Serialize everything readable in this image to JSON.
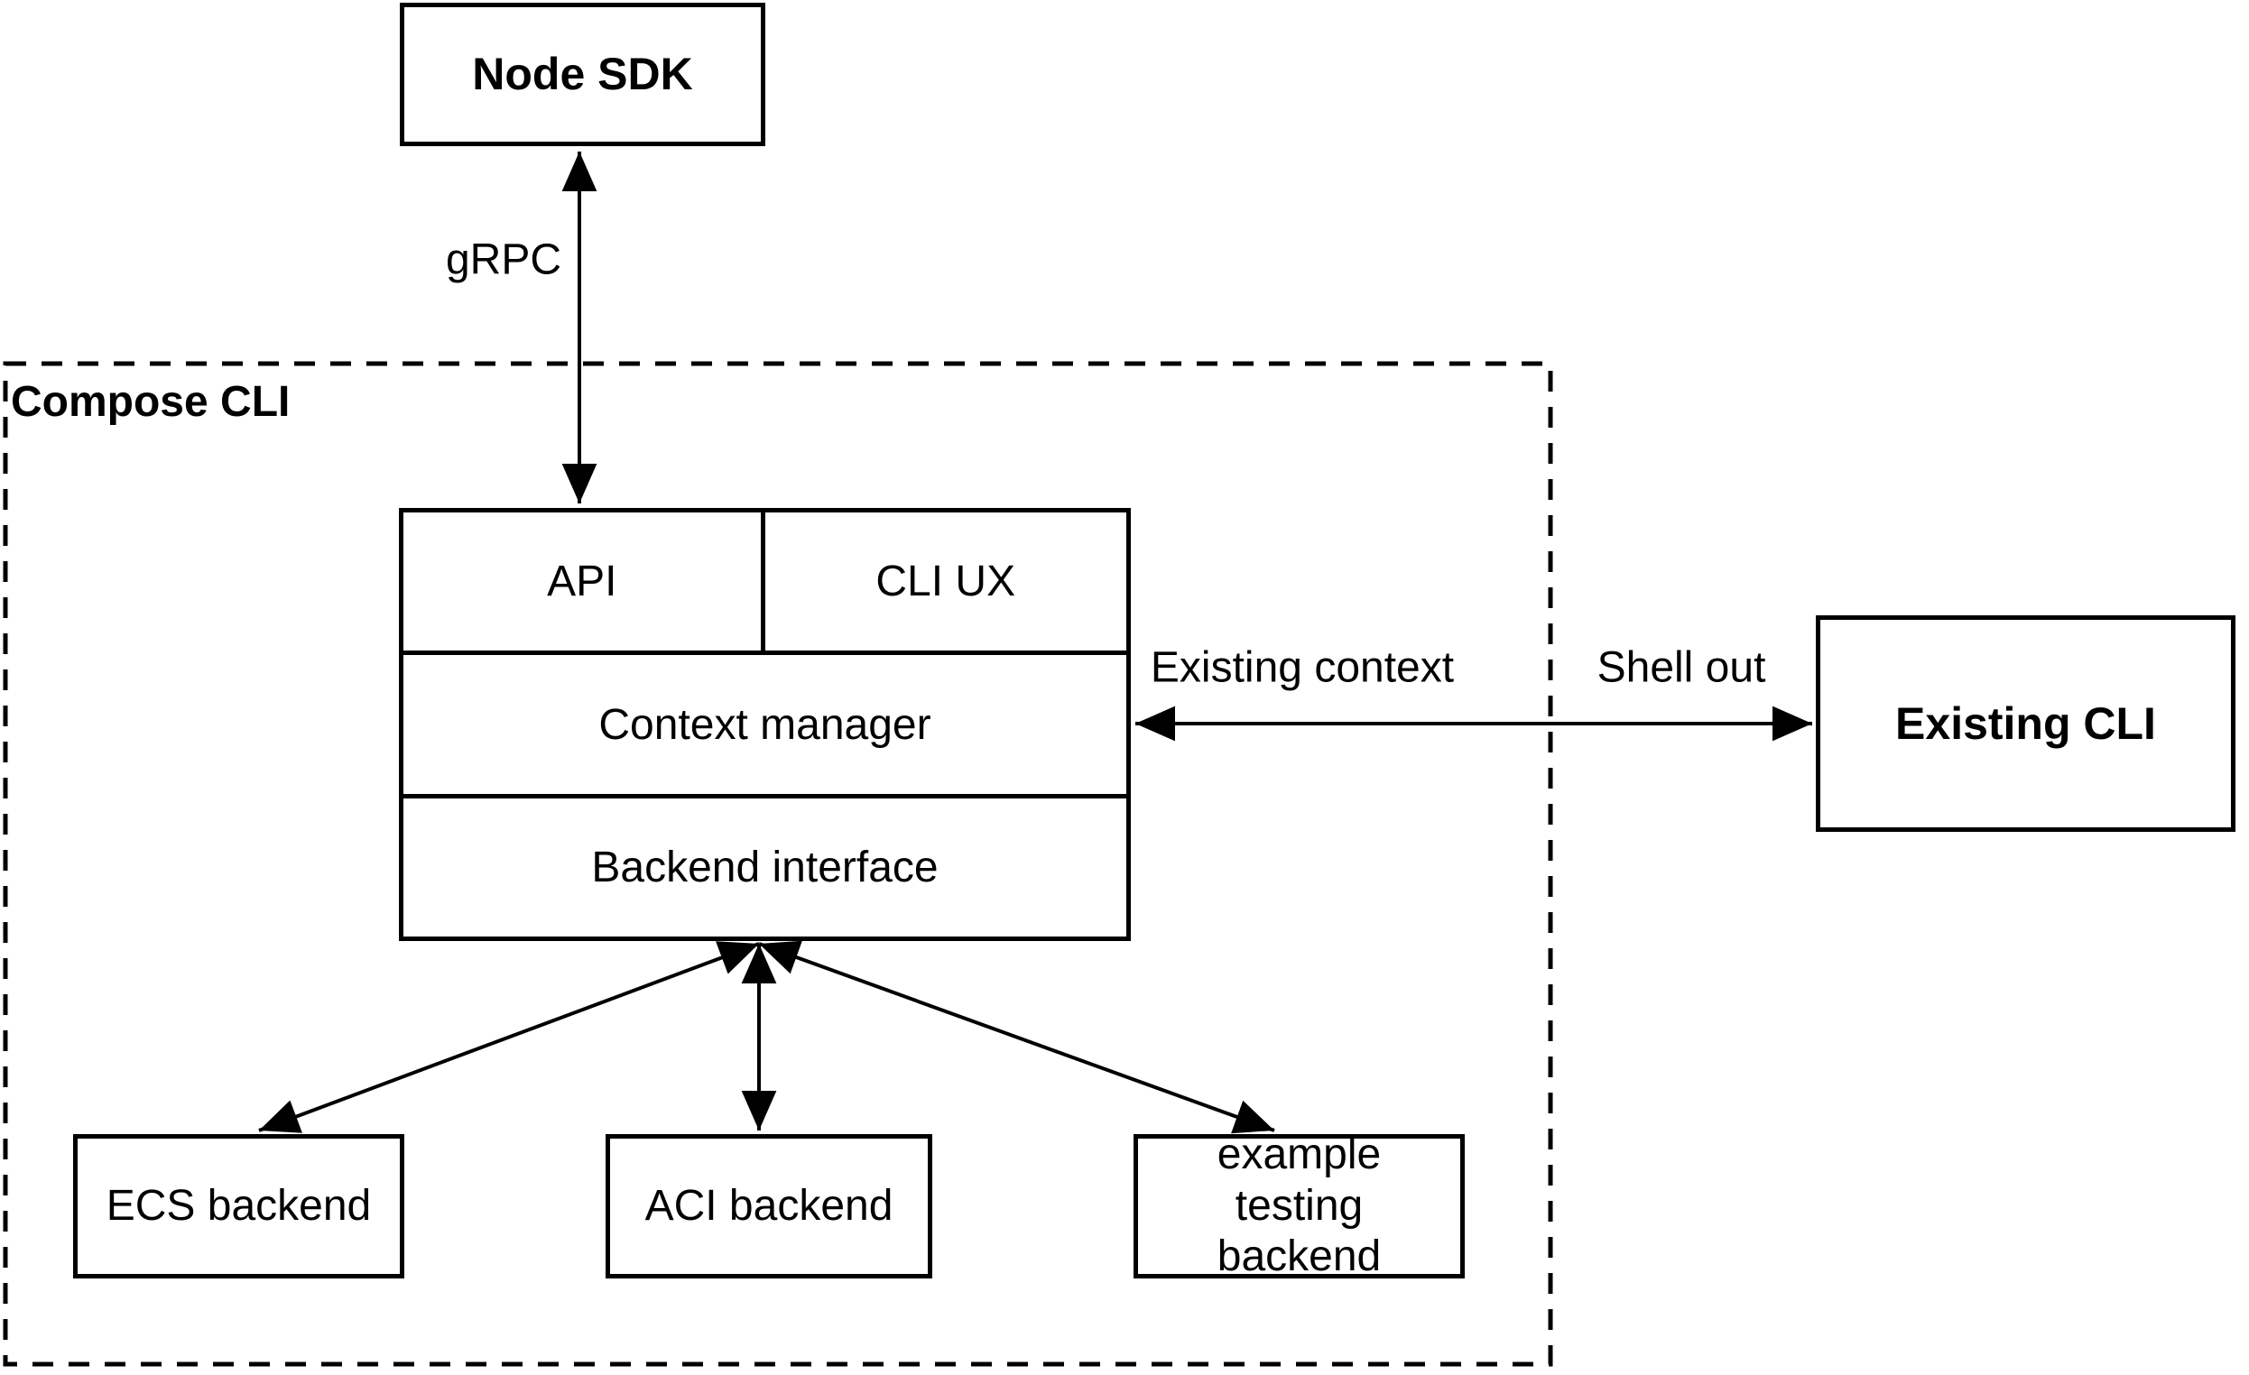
{
  "diagram": {
    "container_label": "Compose CLI",
    "nodes": {
      "node_sdk": "Node SDK",
      "api": "API",
      "cli_ux": "CLI UX",
      "context_manager": "Context manager",
      "backend_interface": "Backend interface",
      "existing_cli": "Existing CLI",
      "ecs_backend": "ECS backend",
      "aci_backend": "ACI backend",
      "example_testing_backend": "example testing backend"
    },
    "edge_labels": {
      "grpc": "gRPC",
      "existing_context": "Existing context",
      "shell_out": "Shell out"
    },
    "colors": {
      "stroke": "#000000",
      "text": "#000000",
      "background": "#ffffff"
    }
  }
}
